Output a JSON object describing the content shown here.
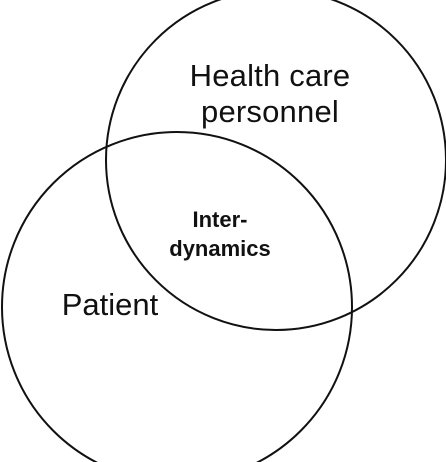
{
  "diagram": {
    "type": "venn",
    "circles": [
      {
        "id": "health-care-personnel",
        "label_lines": [
          "Health care",
          "personnel"
        ]
      },
      {
        "id": "patient",
        "label_lines": [
          "Patient"
        ]
      }
    ],
    "intersection": {
      "label_lines": [
        "Inter-",
        "dynamics"
      ]
    },
    "colors": {
      "stroke": "#111111",
      "fill": "#ffffff",
      "text": "#111111"
    }
  }
}
